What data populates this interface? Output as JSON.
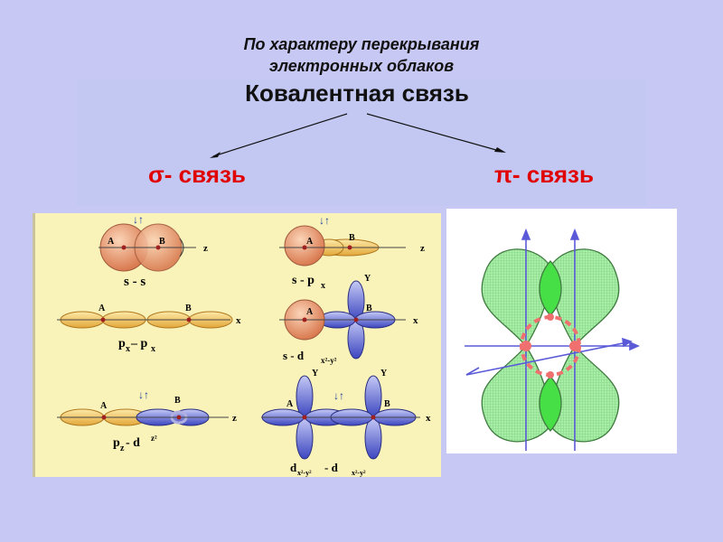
{
  "slide": {
    "heading_line1": "По характеру перекрывания",
    "heading_line2": "электронных облаков",
    "title": "Ковалентная связь",
    "sigma_label": "σ- связь",
    "pi_label": "π- связь"
  },
  "sigma_diagram": {
    "atom_a": "A",
    "atom_b": "B",
    "axis_z": "z",
    "axis_x": "x",
    "axis_y": "Y",
    "captions": {
      "s_s": "s - s",
      "s_px": "s - p",
      "s_px_sub": "x",
      "px_px_a": "p",
      "px_px_sub1": "x",
      "px_px_mid": " – p",
      "px_px_sub2": "x",
      "s_dx2y2": "s - d",
      "s_dx2y2_sub": "x²-y²",
      "pz_dz2_a": "p",
      "pz_dz2_sub": "z",
      "pz_dz2_b": " - d",
      "pz_dz2_sub2": "z²",
      "dd_a": "d",
      "dd_sub1": "x²-y²",
      "dd_mid": " - d",
      "dd_sub2": "x²-y²"
    }
  },
  "colors": {
    "background": "#c8c8f4",
    "sigma_text": "#e00000",
    "s_orbital": "#d9794f",
    "p_orbital": "#efb94a",
    "d_orbital": "#4c57c9",
    "pi_lobe": "#8fe38f",
    "pi_lobe_inner": "#46e046",
    "pi_axes": "#5a5ad8",
    "pi_nodes": "#f07070"
  }
}
